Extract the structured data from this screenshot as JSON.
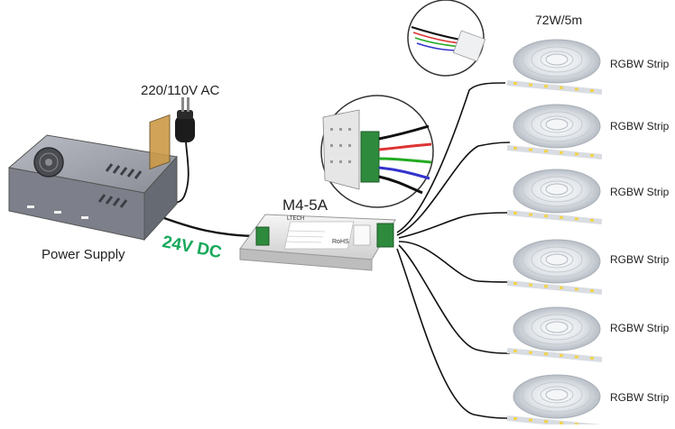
{
  "labels": {
    "spec": "72W/5m",
    "mains": "220/110V AC",
    "controller": "M4-5A",
    "power_supply": "Power Supply",
    "voltage": "24V DC",
    "controller_brand": "LTECH",
    "controller_mark": "RoHS"
  },
  "strips": [
    {
      "label": "RGBW Strip"
    },
    {
      "label": "RGBW Strip"
    },
    {
      "label": "RGBW Strip"
    },
    {
      "label": "RGBW Strip"
    },
    {
      "label": "RGBW Strip"
    },
    {
      "label": "RGBW Strip"
    }
  ],
  "colors": {
    "voltage_text": "#17a85a",
    "wire": "#111111",
    "psu_body": "#8c8c96",
    "controller_body": "#e9e9e9",
    "terminal": "#2e8b3d"
  }
}
